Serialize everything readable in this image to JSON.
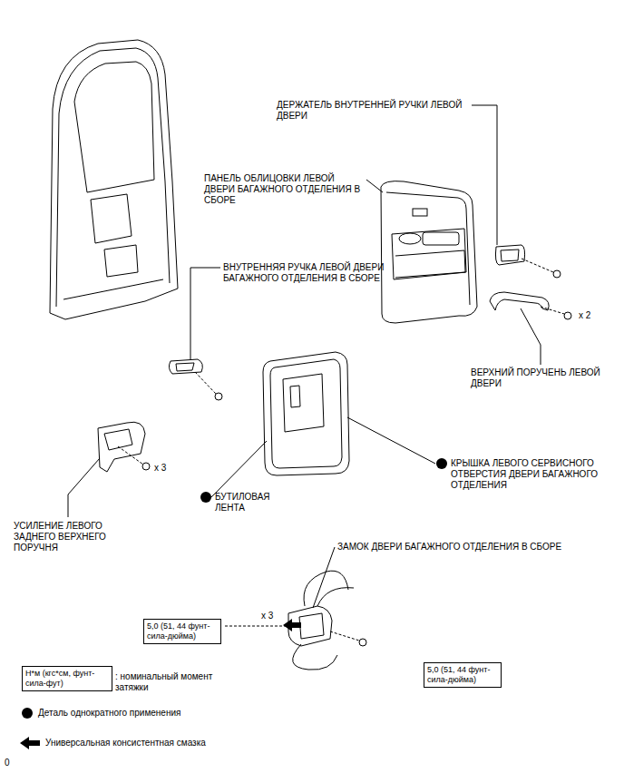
{
  "diagram": {
    "nodes": [
      {
        "text": [
          "5,0 (51, 44 фунт-сила-дюйма)"
        ]
      },
      {
        "text": [
          "5,0 (51, 44 фунт-сила-дюйма)"
        ]
      },
      {
        "text": [
          "Н*м (кгс*см, фунт-сила-фут)"
        ]
      }
    ],
    "labels": [
      "ДЕРЖАТЕЛЬ ВНУТРЕННЕЙ РУЧКИ ЛЕВОЙ ДВЕРИ",
      "ПАНЕЛЬ ОБЛИЦОВКИ ЛЕВОЙ ДВЕРИ БАГАЖНОГО ОТДЕЛЕНИЯ В СБОРЕ",
      "ВНУТРЕННЯЯ РУЧКА ЛЕВОЙ ДВЕРИ БАГАЖНОГО ОТДЕЛЕНИЯ В СБОРЕ",
      "x 2",
      "ВЕРХНИЙ ПОРУЧЕНЬ ЛЕВОЙ ДВЕРИ",
      "x 3",
      "БУТИЛОВАЯ ЛЕНТА",
      "КРЫШКА ЛЕВОГО СЕРВИСНОГО ОТВЕРСТИЯ ДВЕРИ БАГАЖНОГО ОТДЕЛЕНИЯ",
      "УСИЛЕНИЕ ЛЕВОГО ЗАДНЕГО ВЕРХНЕГО ПОРУЧНЯ",
      "ЗАМОК ДВЕРИ БАГАЖНОГО ОТДЕЛЕНИЯ В СБОРЕ",
      "x 3",
      "0"
    ],
    "legend": [
      {
        "text": ": номинальный момент затяжки"
      },
      {
        "text": "Деталь однократного применения"
      },
      {
        "text": "Универсальная консистентная смазка"
      }
    ]
  }
}
